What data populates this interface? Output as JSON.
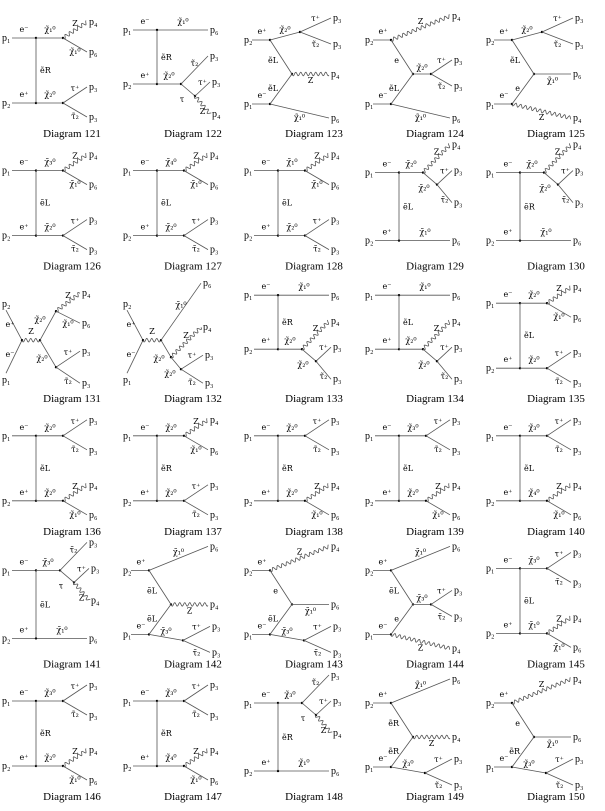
{
  "diagrams": [
    {
      "caption": "Diagram 121",
      "template": "T",
      "prop": "ẽR",
      "top": {
        "in": "e⁻",
        "p": "p₁",
        "mid": "χ̃₁⁰",
        "outs": [
          {
            "label": "Z",
            "p": "p₄"
          },
          {
            "label": "χ̃₁⁰",
            "p": "p₆"
          }
        ]
      },
      "bottom": {
        "in": "e⁺",
        "p": "p₂",
        "mid": "χ̃₂⁰",
        "outs": [
          {
            "label": "τ⁺",
            "p": "p₃"
          },
          {
            "label": "τ̃₂",
            "p": "p₃"
          }
        ]
      }
    },
    {
      "caption": "Diagram 122",
      "template": "T1",
      "chain": "bottom",
      "prop": "ẽR",
      "straight": {
        "in": "e⁻",
        "p": "p₁",
        "label": "χ̃₁⁰",
        "p_out": "p₆"
      },
      "chainside": {
        "in": "e⁺",
        "p": "p₂",
        "mid": "χ̃₂⁰",
        "out1": {
          "label": "τ̃₂",
          "p": "p₃"
        },
        "link": "τ",
        "outs": [
          {
            "label": "τ⁺",
            "p": "p₃"
          },
          {
            "label": "Z",
            "p": "p₄"
          }
        ]
      }
    },
    {
      "caption": "Diagram 123",
      "template": "Y",
      "top_in": {
        "label": "e⁺",
        "p": "p₂"
      },
      "bot_in": {
        "label": "e⁻",
        "p": "p₁"
      },
      "props": [
        "ẽL",
        "ẽL"
      ],
      "top": {
        "mid": "χ̃₂⁰",
        "outs": [
          {
            "label": "τ⁺",
            "p": "p₃"
          },
          {
            "label": "τ̃₂",
            "p": "p₃"
          }
        ]
      },
      "midb": {
        "label": "Z",
        "p": "p₄"
      },
      "bottom": {
        "label": "χ̃₁⁰",
        "p": "p₆"
      }
    },
    {
      "caption": "Diagram 124",
      "template": "Y",
      "top_in": {
        "label": "e⁺",
        "p": "p₂"
      },
      "bot_in": {
        "label": "e⁻",
        "p": "p₁"
      },
      "props": [
        "e",
        "ẽL"
      ],
      "top": {
        "label": "Z",
        "p": "p₄"
      },
      "midb": {
        "mid": "χ̃₂⁰",
        "outs": [
          {
            "label": "τ⁺",
            "p": "p₃"
          },
          {
            "label": "τ̃₂",
            "p": "p₃"
          }
        ]
      },
      "bottom": {
        "label": "χ̃₁⁰",
        "p": "p₆"
      }
    },
    {
      "caption": "Diagram 125",
      "template": "Y",
      "top_in": {
        "label": "e⁺",
        "p": "p₂"
      },
      "bot_in": {
        "label": "e⁻",
        "p": "p₁"
      },
      "props": [
        "ẽL",
        "e"
      ],
      "top": {
        "mid": "χ̃₂⁰",
        "outs": [
          {
            "label": "τ⁺",
            "p": "p₃"
          },
          {
            "label": "τ̃₂",
            "p": "p₃"
          }
        ]
      },
      "midb": {
        "label": "χ̃₁⁰",
        "p": "p₆"
      },
      "bottom": {
        "label": "Z",
        "p": "p₄"
      }
    },
    {
      "caption": "Diagram 126",
      "template": "T",
      "prop": "ẽL",
      "top": {
        "in": "e⁻",
        "p": "p₁",
        "mid": "χ̃₃⁰",
        "outs": [
          {
            "label": "Z",
            "p": "p₄"
          },
          {
            "label": "χ̃₁⁰",
            "p": "p₆"
          }
        ]
      },
      "bottom": {
        "in": "e⁺",
        "p": "p₂",
        "mid": "χ̃₂⁰",
        "outs": [
          {
            "label": "τ⁺",
            "p": "p₃"
          },
          {
            "label": "τ̃₂",
            "p": "p₃"
          }
        ]
      }
    },
    {
      "caption": "Diagram 127",
      "template": "T",
      "prop": "ẽL",
      "top": {
        "in": "e⁻",
        "p": "p₁",
        "mid": "χ̃₄⁰",
        "outs": [
          {
            "label": "Z",
            "p": "p₄"
          },
          {
            "label": "χ̃₁⁰",
            "p": "p₆"
          }
        ]
      },
      "bottom": {
        "in": "e⁺",
        "p": "p₂",
        "mid": "χ̃₂⁰",
        "outs": [
          {
            "label": "τ⁺",
            "p": "p₃"
          },
          {
            "label": "τ̃₂",
            "p": "p₃"
          }
        ]
      }
    },
    {
      "caption": "Diagram 128",
      "template": "T",
      "prop": "ẽL",
      "top": {
        "in": "e⁻",
        "p": "p₁",
        "mid": "χ̃₁⁰",
        "outs": [
          {
            "label": "Z",
            "p": "p₄"
          },
          {
            "label": "χ̃₁⁰",
            "p": "p₆"
          }
        ]
      },
      "bottom": {
        "in": "e⁺",
        "p": "p₂",
        "mid": "χ̃₂⁰",
        "outs": [
          {
            "label": "τ⁺",
            "p": "p₃"
          },
          {
            "label": "τ̃₂",
            "p": "p₃"
          }
        ]
      }
    },
    {
      "caption": "Diagram 129",
      "template": "T1",
      "chain": "top",
      "prop": "ẽL",
      "straight": {
        "in": "e⁺",
        "p": "p₂",
        "label": "χ̃₁⁰",
        "p_out": "p₆"
      },
      "chainside": {
        "in": "e⁻",
        "p": "p₁",
        "mid": "χ̃₂⁰",
        "out1": {
          "label": "Z",
          "p": "p₄"
        },
        "link": "χ̃₂⁰",
        "outs": [
          {
            "label": "τ⁺",
            "p": "p₃"
          },
          {
            "label": "τ̃₂",
            "p": "p₃"
          }
        ]
      }
    },
    {
      "caption": "Diagram 130",
      "template": "T1",
      "chain": "top",
      "prop": "ẽR",
      "straight": {
        "in": "e⁺",
        "p": "p₂",
        "label": "χ̃₁⁰",
        "p_out": "p₆"
      },
      "chainside": {
        "in": "e⁻",
        "p": "p₁",
        "mid": "χ̃₂⁰",
        "out1": {
          "label": "Z",
          "p": "p₄"
        },
        "link": "χ̃₂⁰",
        "outs": [
          {
            "label": "τ⁺",
            "p": "p₃"
          },
          {
            "label": "τ̃₂",
            "p": "p₃"
          }
        ]
      }
    },
    {
      "caption": "Diagram 131",
      "template": "S",
      "in_top": {
        "label": "e⁺",
        "p": "p₂"
      },
      "in_bot": {
        "label": "e⁻",
        "p": "p₁"
      },
      "prop": "Z",
      "up": {
        "mid": "χ̃₂⁰",
        "outs": [
          {
            "label": "Z",
            "p": "p₄"
          },
          {
            "label": "χ̃₁⁰",
            "p": "p₆"
          }
        ]
      },
      "down": {
        "mid": "χ̃₂⁰",
        "outs": [
          {
            "label": "τ⁺",
            "p": "p₃"
          },
          {
            "label": "τ̃₂",
            "p": "p₃"
          }
        ]
      }
    },
    {
      "caption": "Diagram 132",
      "template": "S",
      "in_top": {
        "label": "e⁺",
        "p": "p₂"
      },
      "in_bot": {
        "label": "e⁻",
        "p": "p₁"
      },
      "prop": "Z",
      "up": {
        "label": "χ̃₁⁰",
        "p": "p₆"
      },
      "down": {
        "mid": "χ̃₂⁰",
        "emit": {
          "label": "Z",
          "p": "p₄"
        },
        "link": "χ̃₂⁰",
        "outs": [
          {
            "label": "τ⁺",
            "p": "p₃"
          },
          {
            "label": "τ̃₂",
            "p": "p₃"
          }
        ]
      }
    },
    {
      "caption": "Diagram 133",
      "template": "T1",
      "chain": "bottom",
      "prop": "ẽR",
      "straight": {
        "in": "e⁻",
        "p": "p₁",
        "label": "χ̃₁⁰",
        "p_out": "p₆"
      },
      "chainside": {
        "in": "e⁺",
        "p": "p₂",
        "mid": "χ̃₂⁰",
        "out1": {
          "label": "Z",
          "p": "p₄"
        },
        "link": "χ̃₂⁰",
        "outs": [
          {
            "label": "τ⁺",
            "p": "p₃"
          },
          {
            "label": "τ̃₂",
            "p": "p₃"
          }
        ]
      }
    },
    {
      "caption": "Diagram 134",
      "template": "T1",
      "chain": "bottom",
      "prop": "ẽL",
      "straight": {
        "in": "e⁻",
        "p": "p₁",
        "label": "χ̃₁⁰",
        "p_out": "p₆"
      },
      "chainside": {
        "in": "e⁺",
        "p": "p₂",
        "mid": "χ̃₂⁰",
        "out1": {
          "label": "Z",
          "p": "p₄"
        },
        "link": "χ̃₂⁰",
        "outs": [
          {
            "label": "τ⁺",
            "p": "p₃"
          },
          {
            "label": "τ̃₂",
            "p": "p₃"
          }
        ]
      }
    },
    {
      "caption": "Diagram 135",
      "template": "T",
      "prop": "ẽL",
      "top": {
        "in": "e⁻",
        "p": "p₁",
        "mid": "χ̃₂⁰",
        "outs": [
          {
            "label": "Z",
            "p": "p₄"
          },
          {
            "label": "χ̃₁⁰",
            "p": "p₆"
          }
        ]
      },
      "bottom": {
        "in": "e⁺",
        "p": "p₂",
        "mid": "χ̃₂⁰",
        "outs": [
          {
            "label": "τ⁺",
            "p": "p₃"
          },
          {
            "label": "τ̃₂",
            "p": "p₃"
          }
        ]
      }
    },
    {
      "caption": "Diagram 136",
      "template": "T",
      "prop": "ẽL",
      "top": {
        "in": "e⁻",
        "p": "p₁",
        "mid": "χ̃₂⁰",
        "outs": [
          {
            "label": "τ⁺",
            "p": "p₃"
          },
          {
            "label": "τ̃₂",
            "p": "p₃"
          }
        ]
      },
      "bottom": {
        "in": "e⁺",
        "p": "p₂",
        "mid": "χ̃₂⁰",
        "outs": [
          {
            "label": "Z",
            "p": "p₄"
          },
          {
            "label": "χ̃₁⁰",
            "p": "p₆"
          }
        ]
      }
    },
    {
      "caption": "Diagram 137",
      "template": "T",
      "prop": "ẽR",
      "top": {
        "in": "e⁻",
        "p": "p₁",
        "mid": "χ̃₂⁰",
        "outs": [
          {
            "label": "Z",
            "p": "p₄"
          },
          {
            "label": "χ̃₁⁰",
            "p": "p₆"
          }
        ]
      },
      "bottom": {
        "in": "e⁺",
        "p": "p₂",
        "mid": "χ̃₂⁰",
        "outs": [
          {
            "label": "τ⁺",
            "p": "p₃"
          },
          {
            "label": "τ̃₂",
            "p": "p₃"
          }
        ]
      }
    },
    {
      "caption": "Diagram 138",
      "template": "T",
      "prop": "ẽR",
      "top": {
        "in": "e⁻",
        "p": "p₁",
        "mid": "χ̃₂⁰",
        "outs": [
          {
            "label": "τ⁺",
            "p": "p₃"
          },
          {
            "label": "τ̃₂",
            "p": "p₃"
          }
        ]
      },
      "bottom": {
        "in": "e⁺",
        "p": "p₂",
        "mid": "χ̃₂⁰",
        "outs": [
          {
            "label": "Z",
            "p": "p₄"
          },
          {
            "label": "χ̃₁⁰",
            "p": "p₆"
          }
        ]
      }
    },
    {
      "caption": "Diagram 139",
      "template": "T",
      "prop": "ẽL",
      "top": {
        "in": "e⁻",
        "p": "p₁",
        "mid": "χ̃₃⁰",
        "outs": [
          {
            "label": "τ⁺",
            "p": "p₃"
          },
          {
            "label": "τ̃₂",
            "p": "p₃"
          }
        ]
      },
      "bottom": {
        "in": "e⁺",
        "p": "p₂",
        "mid": "χ̃₂⁰",
        "outs": [
          {
            "label": "Z",
            "p": "p₄"
          },
          {
            "label": "χ̃₁⁰",
            "p": "p₆"
          }
        ]
      }
    },
    {
      "caption": "Diagram 140",
      "template": "T",
      "prop": "ẽL",
      "top": {
        "in": "e⁻",
        "p": "p₁",
        "mid": "χ̃₃⁰",
        "outs": [
          {
            "label": "τ⁺",
            "p": "p₃"
          },
          {
            "label": "τ̃₂",
            "p": "p₃"
          }
        ]
      },
      "bottom": {
        "in": "e⁺",
        "p": "p₂",
        "mid": "χ̃₄⁰",
        "outs": [
          {
            "label": "Z",
            "p": "p₄"
          },
          {
            "label": "χ̃₁⁰",
            "p": "p₆"
          }
        ]
      }
    },
    {
      "caption": "Diagram 141",
      "template": "T1",
      "chain": "top",
      "prop": "ẽL",
      "straight": {
        "in": "e⁺",
        "p": "p₂",
        "label": "χ̃₁⁰",
        "p_out": "p₆"
      },
      "chainside": {
        "in": "e⁻",
        "p": "p₁",
        "mid": "χ̃₃⁰",
        "out1": {
          "label": "τ̃₂",
          "p": "p₃"
        },
        "link": "τ",
        "outs": [
          {
            "label": "τ⁺",
            "p": "p₃"
          },
          {
            "label": "Z",
            "p": "p₄"
          }
        ]
      }
    },
    {
      "caption": "Diagram 142",
      "template": "Y",
      "top_in": {
        "label": "e⁺",
        "p": "p₂"
      },
      "bot_in": {
        "label": "e⁻",
        "p": "p₁"
      },
      "props": [
        "ẽL",
        "ẽL"
      ],
      "top": {
        "label": "χ̃₁⁰",
        "p": "p₆"
      },
      "midb": {
        "label": "Z",
        "p": "p₄"
      },
      "bottom": {
        "mid": "χ̃₃⁰",
        "outs": [
          {
            "label": "τ⁺",
            "p": "p₃"
          },
          {
            "label": "τ̃₂",
            "p": "p₃"
          }
        ]
      }
    },
    {
      "caption": "Diagram 143",
      "template": "Y",
      "top_in": {
        "label": "e⁺",
        "p": "p₂"
      },
      "bot_in": {
        "label": "e⁻",
        "p": "p₁"
      },
      "props": [
        "e",
        "ẽL"
      ],
      "top": {
        "label": "Z",
        "p": "p₄"
      },
      "midb": {
        "label": "χ̃₁⁰",
        "p": "p₆"
      },
      "bottom": {
        "mid": "χ̃₃⁰",
        "outs": [
          {
            "label": "τ⁺",
            "p": "p₃"
          },
          {
            "label": "τ̃₂",
            "p": "p₃"
          }
        ]
      }
    },
    {
      "caption": "Diagram 144",
      "template": "Y",
      "top_in": {
        "label": "e⁺",
        "p": "p₂"
      },
      "bot_in": {
        "label": "e⁻",
        "p": "p₁"
      },
      "props": [
        "ẽL",
        "e"
      ],
      "top": {
        "label": "χ̃₁⁰",
        "p": "p₆"
      },
      "midb": {
        "mid": "χ̃₃⁰",
        "outs": [
          {
            "label": "τ⁺",
            "p": "p₃"
          },
          {
            "label": "τ̃₂",
            "p": "p₃"
          }
        ]
      },
      "bottom": {
        "label": "Z",
        "p": "p₄"
      }
    },
    {
      "caption": "Diagram 145",
      "template": "T",
      "prop": "ẽL",
      "top": {
        "in": "e⁻",
        "p": "p₁",
        "mid": "χ̃₃⁰",
        "outs": [
          {
            "label": "τ⁺",
            "p": "p₃"
          },
          {
            "label": "τ̃₂",
            "p": "p₃"
          }
        ]
      },
      "bottom": {
        "in": "e⁺",
        "p": "p₂",
        "mid": "χ̃₁⁰",
        "outs": [
          {
            "label": "Z",
            "p": "p₄"
          },
          {
            "label": "χ̃₁⁰",
            "p": "p₆"
          }
        ]
      }
    },
    {
      "caption": "Diagram 146",
      "template": "T",
      "prop": "ẽR",
      "top": {
        "in": "e⁻",
        "p": "p₁",
        "mid": "χ̃₃⁰",
        "outs": [
          {
            "label": "τ⁺",
            "p": "p₃"
          },
          {
            "label": "τ̃₂",
            "p": "p₃"
          }
        ]
      },
      "bottom": {
        "in": "e⁺",
        "p": "p₂",
        "mid": "χ̃₂⁰",
        "outs": [
          {
            "label": "Z",
            "p": "p₄"
          },
          {
            "label": "χ̃₁⁰",
            "p": "p₆"
          }
        ]
      }
    },
    {
      "caption": "Diagram 147",
      "template": "T",
      "prop": "ẽR",
      "top": {
        "in": "e⁻",
        "p": "p₁",
        "mid": "χ̃₃⁰",
        "outs": [
          {
            "label": "τ⁺",
            "p": "p₃"
          },
          {
            "label": "τ̃₂",
            "p": "p₃"
          }
        ]
      },
      "bottom": {
        "in": "e⁺",
        "p": "p₂",
        "mid": "χ̃₄⁰",
        "outs": [
          {
            "label": "Z",
            "p": "p₄"
          },
          {
            "label": "χ̃₁⁰",
            "p": "p₆"
          }
        ]
      }
    },
    {
      "caption": "Diagram 148",
      "template": "T1",
      "chain": "top",
      "prop": "ẽR",
      "straight": {
        "in": "e⁺",
        "p": "p₂",
        "label": "χ̃₁⁰",
        "p_out": "p₆"
      },
      "chainside": {
        "in": "e⁻",
        "p": "p₁",
        "mid": "χ̃₃⁰",
        "out1": {
          "label": "τ̃₂",
          "p": "p₃"
        },
        "link": "τ",
        "outs": [
          {
            "label": "τ⁺",
            "p": "p₃"
          },
          {
            "label": "Z",
            "p": "p₄"
          }
        ]
      }
    },
    {
      "caption": "Diagram 149",
      "template": "Y",
      "top_in": {
        "label": "e⁺",
        "p": "p₂"
      },
      "bot_in": {
        "label": "e⁻",
        "p": "p₁"
      },
      "props": [
        "ẽR",
        "ẽR"
      ],
      "top": {
        "label": "χ̃₁⁰",
        "p": "p₆"
      },
      "midb": {
        "label": "Z",
        "p": "p₄"
      },
      "bottom": {
        "mid": "χ̃₃⁰",
        "outs": [
          {
            "label": "τ⁺",
            "p": "p₃"
          },
          {
            "label": "τ̃₂",
            "p": "p₃"
          }
        ]
      }
    },
    {
      "caption": "Diagram 150",
      "template": "Y",
      "top_in": {
        "label": "e⁺",
        "p": "p₂"
      },
      "bot_in": {
        "label": "e⁻",
        "p": "p₁"
      },
      "props": [
        "e",
        "ẽR"
      ],
      "top": {
        "label": "Z",
        "p": "p₄"
      },
      "midb": {
        "label": "χ̃₁⁰",
        "p": "p₆"
      },
      "bottom": {
        "mid": "χ̃₃⁰",
        "outs": [
          {
            "label": "τ⁺",
            "p": "p₃"
          },
          {
            "label": "τ̃₂",
            "p": "p₃"
          }
        ]
      }
    }
  ]
}
